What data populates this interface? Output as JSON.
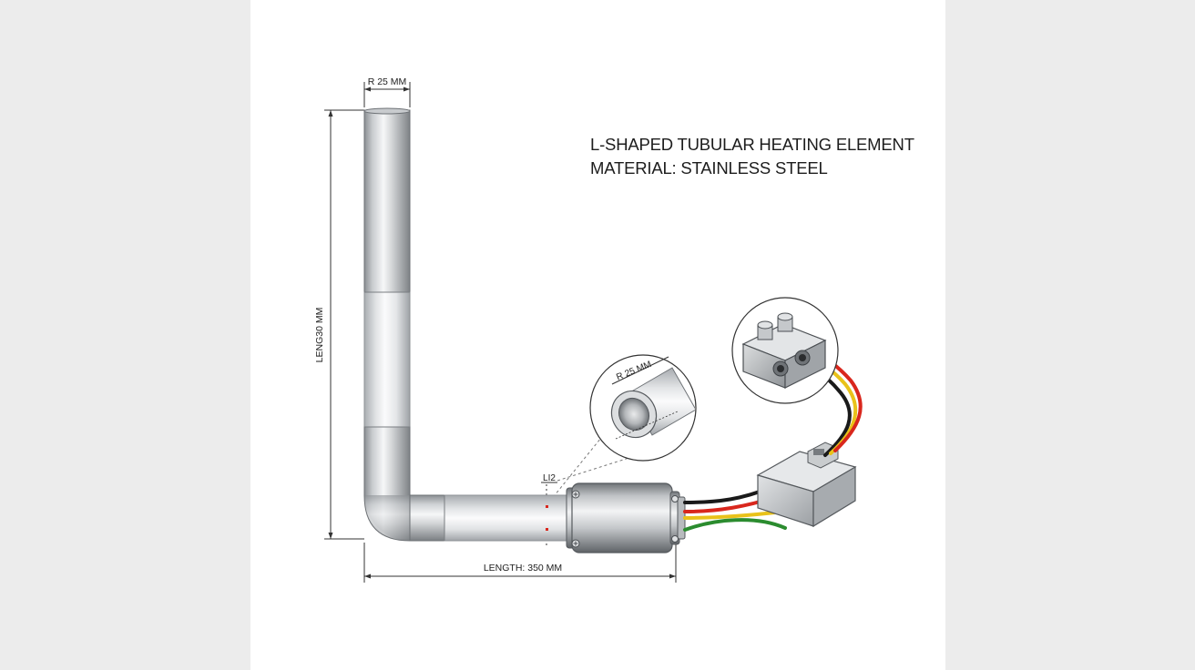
{
  "header": {
    "title_line1": "L-SHAPED TUBULAR HEATING ELEMENT",
    "title_line2": "MATERIAL: STAINLESS STEEL"
  },
  "dimensions": {
    "top_radius": "R 25 MM",
    "vertical_length": "LENG30 MM",
    "horizontal_length": "LENGTH: 350 MM",
    "detail_radius": "R 25 MM",
    "small_mark": "LI2"
  },
  "colors": {
    "background": "#ececec",
    "sheet": "#ffffff",
    "steel_light": "#f2f3f4",
    "steel_dark": "#8e9296",
    "wire_red": "#d9271d",
    "wire_yellow": "#e9c21a",
    "wire_green": "#2b8c2f",
    "wire_black": "#1a1a1a"
  }
}
